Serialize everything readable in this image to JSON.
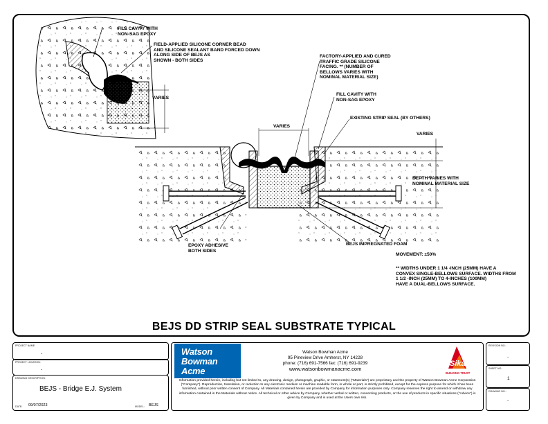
{
  "drawing_title": "BEJS DD STRIP SEAL SUBSTRATE TYPICAL",
  "callouts": {
    "fill_cavity_top": "FILL CAVITY WITH\nNON-SAG EPOXY",
    "field_applied": "FIELD-APPLIED SILICONE CORNER BEAD\nAND SILICONE SEALANT BAND FORCED DOWN\nALONG SIDE OF BEJS AS\nSHOWN - BOTH SIDES",
    "varies_detail": "VARIES",
    "factory_applied": "FACTORY-APPLIED AND CURED\nTRAFFIC GRADE SILICONE\nFACING. ** (NUMBER OF\nBELLOWS VARIES WITH\nNOMINAL MATERIAL SIZE)",
    "fill_cavity_mid": "FILL CAVITY WITH\nNON-SAG EPOXY",
    "existing_strip": "EXISTING STRIP SEAL (BY OTHERS)",
    "varies_top": "VARIES",
    "varies_right": "VARIES",
    "depth_varies": "DEPTH VARIES WITH\nNOMINAL MATERIAL SIZE",
    "epoxy_adhesive": "EPOXY ADHESIVE\nBOTH SIDES",
    "bejs_foam": "BEJS IMPREGNATED FOAM",
    "movement": "MOVEMENT: ±50%",
    "widths_note": "** WIDTHS UNDER 1 1/4 -INCH  (25mm) HAVE A\nCONVEX SINGLE-BELLOWS SURFACE. WIDTHS FROM\n1 1/2 -INCH (25mm) TO 4-INCHES (100mm)\nHAVE A DUAL-BELLOWS SURFACE."
  },
  "title_block": {
    "project_name_label": "PROJECT NAME:",
    "project_name": "-",
    "project_location_label": "PROJECT LOCATION:",
    "project_location": "-",
    "drawing_description_label": "DRAWING DESCRIPTION:",
    "drawing_description": "BEJS - Bridge E.J. System",
    "date_label": "DATE:",
    "date": "09/07/2023",
    "model_label": "MODEL:",
    "model": "BEJS",
    "logo_lines": [
      "Watson",
      "Bowman",
      "Acme"
    ],
    "company": "Watson Bowman Acme",
    "address": "95 Pineview Drive Amherst, NY 14228",
    "phone": "phone: (716) 691-7566  fax: (716) 691-9239",
    "website": "www.watsonbowmanacme.com",
    "legal": "Information provided herein, including but not limited to, any drawing, design, photograph, graphic, or statement(s) (\"Materials\") are proprietary and the property of Watson Bowman Acme Corporation (\"Company\"). Reproduction, translation, or reduction to any electronic medium or machine readable form, in whole or part, is strictly prohibited, except for the express purpose for which it has been furnished, without prior written consent of Company.  All Materials contained herein are provided by Company for information purposes only.  Company reserves the right to amend or withdraw any information contained in the Materials without notice.  All technical or other advice by Company, whether verbal or written, concerning products, or the use of products in specific situations (\"Advice\") is given by Company and is used at the Users own risk.",
    "sika_brand": "Sika",
    "sika_tagline": "BUILDING TRUST",
    "revision_label": "REVISION NO.:",
    "revision": "-",
    "sheet_label": "SHEET NO.:",
    "sheet": "1",
    "drawing_no_label": "DRAWING NO.:",
    "drawing_no": "-"
  },
  "colors": {
    "logo_blue": "#0066b3",
    "sika_red": "#d6001c",
    "sika_yellow": "#ffcc00"
  }
}
